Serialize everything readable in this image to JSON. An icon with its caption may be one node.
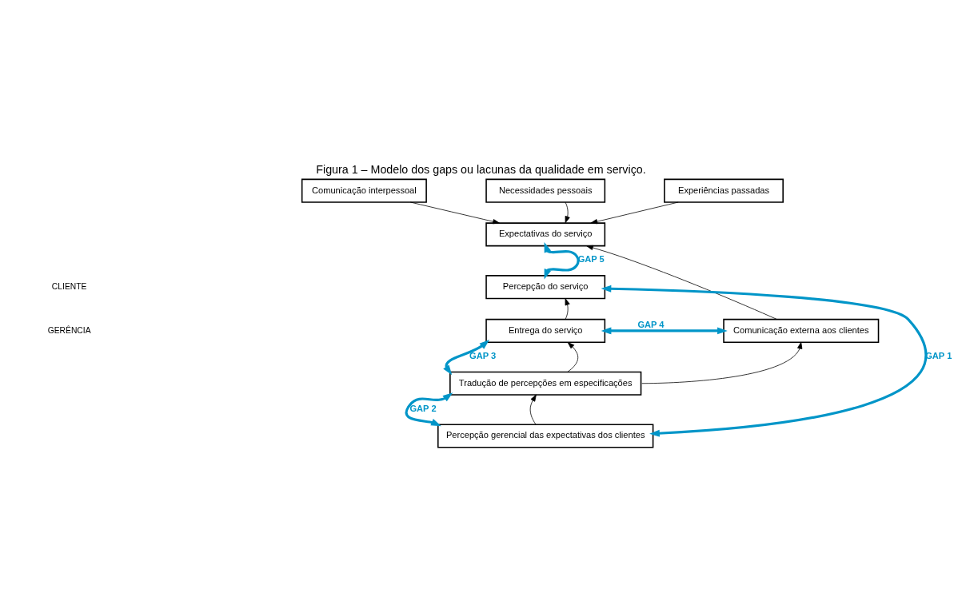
{
  "diagram": {
    "title": "Figura 1 – Modelo dos gaps ou lacunas da qualidade em serviço.",
    "nodes": [
      {
        "text": [
          "Comunicação interpessoal"
        ]
      },
      {
        "text": [
          "Necessidades pessoais"
        ]
      },
      {
        "text": [
          "Experiências passadas"
        ]
      },
      {
        "text": [
          "Expectativas do serviço"
        ]
      },
      {
        "text": [
          "Percepção do serviço"
        ]
      },
      {
        "text": [
          "Entrega do serviço"
        ]
      },
      {
        "text": [
          "Comunicação externa aos clientes"
        ]
      },
      {
        "text": [
          "Tradução de percepções em especificações"
        ]
      },
      {
        "text": [
          "Percepção gerencial das expectativas dos clientes"
        ]
      }
    ],
    "edges": [
      {
        "from": 0,
        "to": 3,
        "arrow": "to"
      },
      {
        "from": 1,
        "to": 3,
        "arrow": "to"
      },
      {
        "from": 2,
        "to": 3,
        "arrow": "to"
      },
      {
        "from": 3,
        "to": 4,
        "arrow": "both",
        "label": "GAP 5",
        "style": "thick",
        "color": "#0095c8"
      },
      {
        "from": 6,
        "to": 3,
        "arrow": "to"
      },
      {
        "from": 5,
        "to": 4,
        "arrow": "to"
      },
      {
        "from": 5,
        "to": 6,
        "arrow": "both",
        "label": "GAP 4",
        "style": "thick",
        "color": "#0095c8"
      },
      {
        "from": 5,
        "to": 7,
        "arrow": "both",
        "label": "GAP 3",
        "style": "thick",
        "color": "#0095c8"
      },
      {
        "from": 7,
        "to": 5,
        "arrow": "to"
      },
      {
        "from": 7,
        "to": 6,
        "arrow": "to"
      },
      {
        "from": 7,
        "to": 8,
        "arrow": "both",
        "label": "GAP 2",
        "style": "thick",
        "color": "#0095c8"
      },
      {
        "from": 8,
        "to": 7,
        "arrow": "to"
      },
      {
        "from": 4,
        "to": 8,
        "arrow": "both",
        "label": "GAP 1",
        "style": "thick",
        "color": "#0095c8"
      }
    ],
    "labels": [
      "CLIENTE",
      "GERÊNCIA"
    ]
  }
}
